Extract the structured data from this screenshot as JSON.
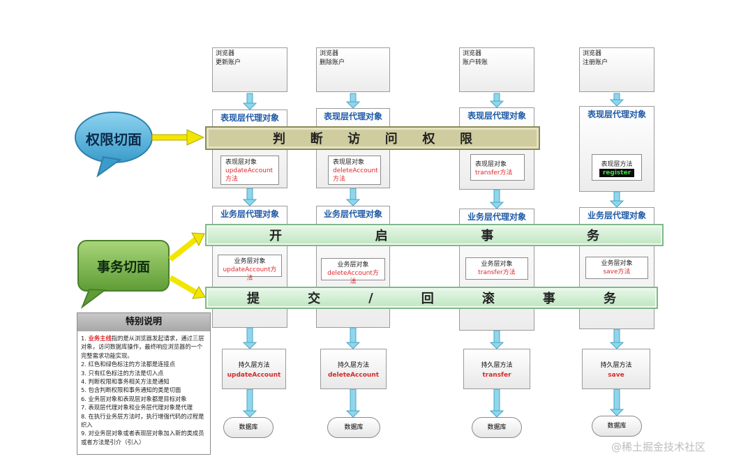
{
  "columns": [
    {
      "browser_line1": "浏览器",
      "browser_line2": "更新账户",
      "presentation_proxy": "表现层代理对象",
      "presentation_obj": "表现层对象",
      "presentation_method": "updateAccount",
      "presentation_suffix": "方法",
      "business_proxy": "业务层代理对象",
      "business_obj": "业务层对象",
      "business_method": "updateAccount方法",
      "persist_label": "持久层方法",
      "persist_method": "updateAccount",
      "db_label": "数据库"
    },
    {
      "browser_line1": "浏览器",
      "browser_line2": "删除账户",
      "presentation_proxy": "表现层代理对象",
      "presentation_obj": "表现层对象",
      "presentation_method": "deleteAccount",
      "presentation_suffix": "方法",
      "business_proxy": "业务层代理对象",
      "business_obj": "业务层对象",
      "business_method": "deleteAccount方法",
      "persist_label": "持久层方法",
      "persist_method": "deleteAccount",
      "db_label": "数据库"
    },
    {
      "browser_line1": "浏览器",
      "browser_line2": "账户转账",
      "presentation_proxy": "表现层代理对象",
      "presentation_obj": "表现层对象",
      "presentation_method": "transfer方法",
      "presentation_suffix": "",
      "business_proxy": "业务层代理对象",
      "business_obj": "业务层对象",
      "business_method": "transfer方法",
      "persist_label": "持久层方法",
      "persist_method": "transfer",
      "db_label": "数据库"
    },
    {
      "browser_line1": "浏览器",
      "browser_line2": "注册账户",
      "presentation_proxy": "表现层代理对象",
      "presentation_obj": "表现层方法",
      "presentation_method": "register",
      "presentation_suffix": "",
      "business_proxy": "业务层代理对象",
      "business_obj": "业务层对象",
      "business_method": "save方法",
      "persist_label": "持久层方法",
      "persist_method": "save",
      "db_label": "数据库"
    }
  ],
  "permission_aspect": {
    "callout": "权限切面",
    "band_chars": [
      "判",
      "断",
      "访",
      "问",
      "权",
      "限"
    ]
  },
  "transaction_aspect": {
    "callout": "事务切面",
    "open_chars": [
      "开",
      "启",
      "事",
      "务"
    ],
    "commit_chars": [
      "提",
      "交",
      "/",
      "回",
      "滚",
      "事",
      "务"
    ]
  },
  "note": {
    "title": "特别说明",
    "item1_prefix": "1. ",
    "item1_highlight": "业务主线",
    "item1_rest": "指的是从浏览器发起请求，通过三层对象，访问数据库操作，最终响应浏览器的一个完整需求功能实现。",
    "items": [
      "2. 红色和绿色标注的方法都是连接点",
      "3. 只有红色标注的方法是切入点",
      "4. 判断权限和事务相关方法是通知",
      "5. 包含判断权限和事务通知的类是切面",
      "6. 业务层对象和表现层对象都是目标对象",
      "7. 表现层代理对象和业务层代理对象是代理",
      "8. 在执行业务层方法时，执行增强代码的过程是织入",
      "9. 对业务层对象或者表现层对象加入新的类成员或者方法是引介（引入）"
    ]
  },
  "watermark": "@稀土掘金技术社区",
  "colors": {
    "title_blue": "#1f5aa6",
    "red": "#e0262a",
    "callout_blue": "#5ab4dc",
    "callout_green": "#7ab84a",
    "arrow_yellow": "#f2e600",
    "arrow_cyan": "#8fd6ec"
  }
}
